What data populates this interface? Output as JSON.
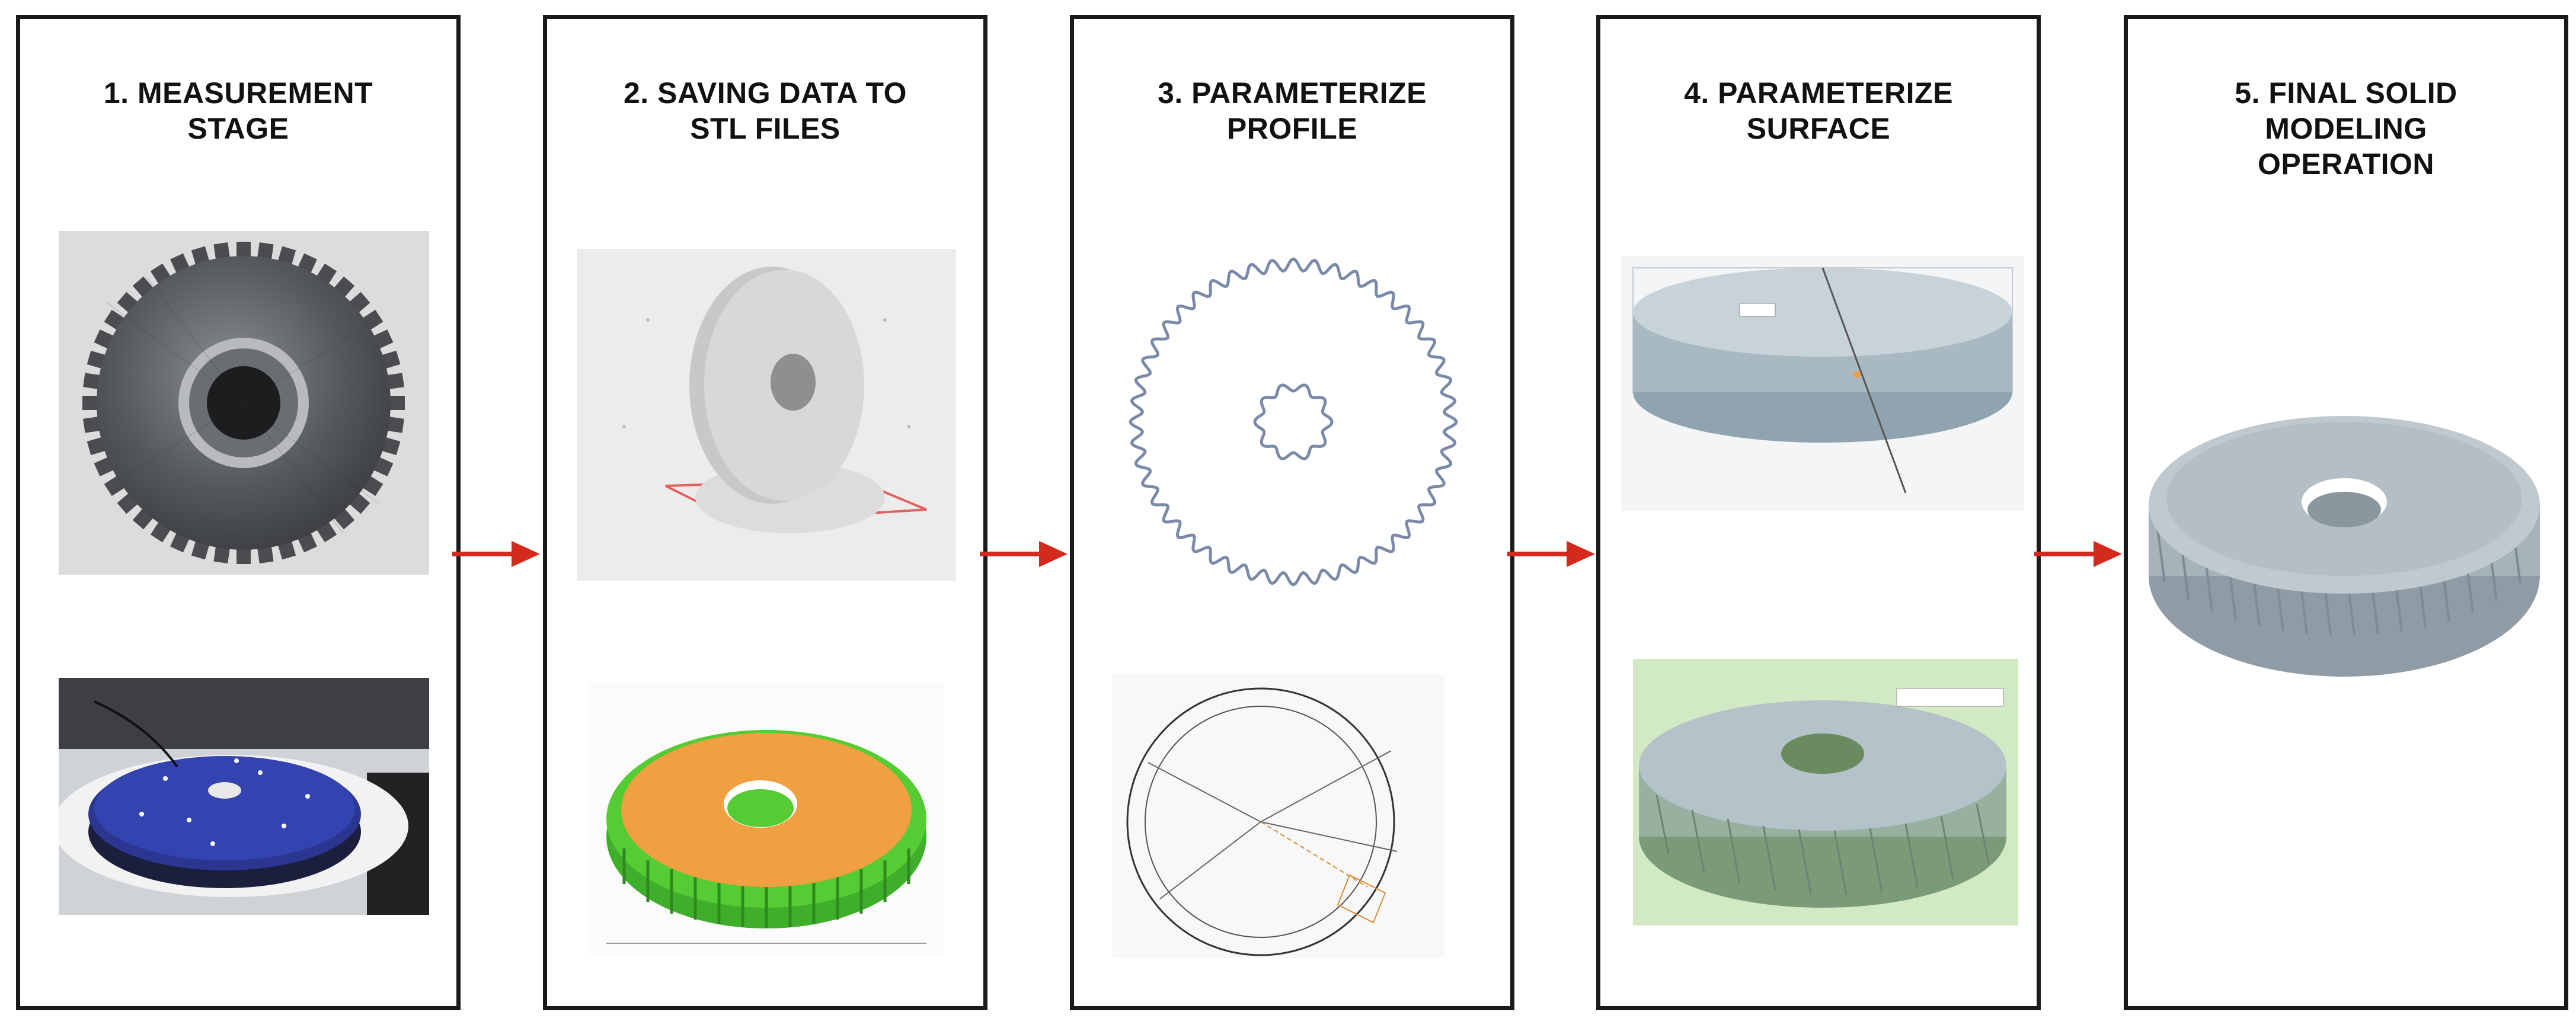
{
  "stages": [
    {
      "number": "1.",
      "lines": [
        "MEASUREMENT",
        "STAGE"
      ]
    },
    {
      "number": "2.",
      "lines": [
        "SAVING DATA TO",
        "STL FILES"
      ]
    },
    {
      "number": "3.",
      "lines": [
        "PARAMETERIZE",
        "PROFILE"
      ]
    },
    {
      "number": "4.",
      "lines": [
        "PARAMETERIZE",
        "SURFACE"
      ]
    },
    {
      "number": "5.",
      "lines": [
        "FINAL SOLID",
        "MODELING",
        "OPERATION"
      ]
    }
  ],
  "colors": {
    "arrow": "#d42a1e",
    "border": "#1a1a1a",
    "gear_metal": "#6a6e72",
    "scan_orange": "#f0a040",
    "scan_green": "#55cc33",
    "cad_gray": "#a9b5bd",
    "cad_green_bg": "#cfe8c0",
    "scanner_blue": "#1e2a6e"
  },
  "icons": [
    "arrow-right-icon"
  ]
}
